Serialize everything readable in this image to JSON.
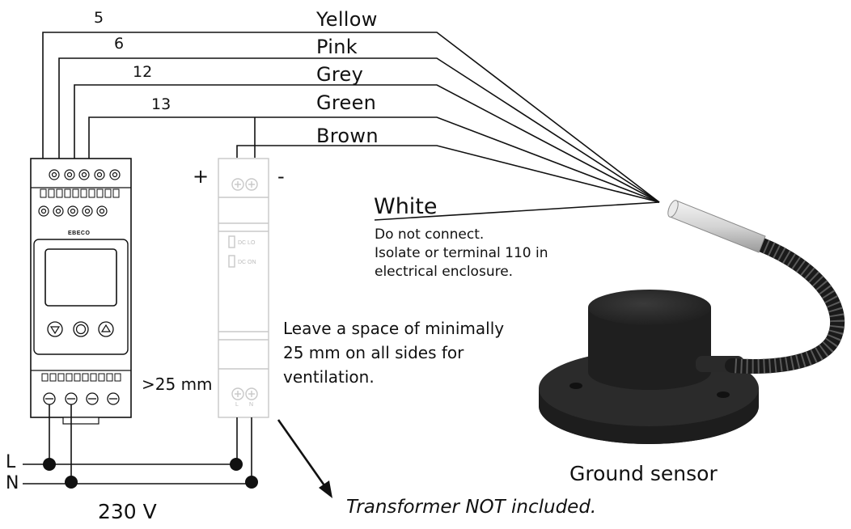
{
  "wires": [
    {
      "terminal": "5",
      "color_name": "Yellow"
    },
    {
      "terminal": "6",
      "color_name": "Pink"
    },
    {
      "terminal": "12",
      "color_name": "Grey"
    },
    {
      "terminal": "13",
      "color_name": "Green"
    },
    {
      "terminal": "",
      "color_name": "Brown"
    }
  ],
  "white_wire": {
    "name": "White",
    "note_lines": [
      "Do not connect.",
      "Isolate or terminal 110 in",
      "electrical enclosure."
    ]
  },
  "controller": {
    "brand": "EBECO"
  },
  "psu": {
    "plus": "+",
    "minus": "-",
    "led1": "DC LO",
    "led2": "DC ON",
    "term_l": "L",
    "term_n": "N"
  },
  "spacing_label": ">25 mm",
  "ventilation_lines": [
    "Leave a space of minimally",
    "25 mm on all sides for",
    "ventilation."
  ],
  "supply": {
    "line_l": "L",
    "line_n": "N",
    "voltage": "230 V"
  },
  "sensor_label": "Ground sensor",
  "transformer_note": "Transformer NOT included.",
  "colors": {
    "ink": "#111111",
    "psu_outline": "#c8c8c8",
    "sensor_body": "#2a2a2a"
  }
}
